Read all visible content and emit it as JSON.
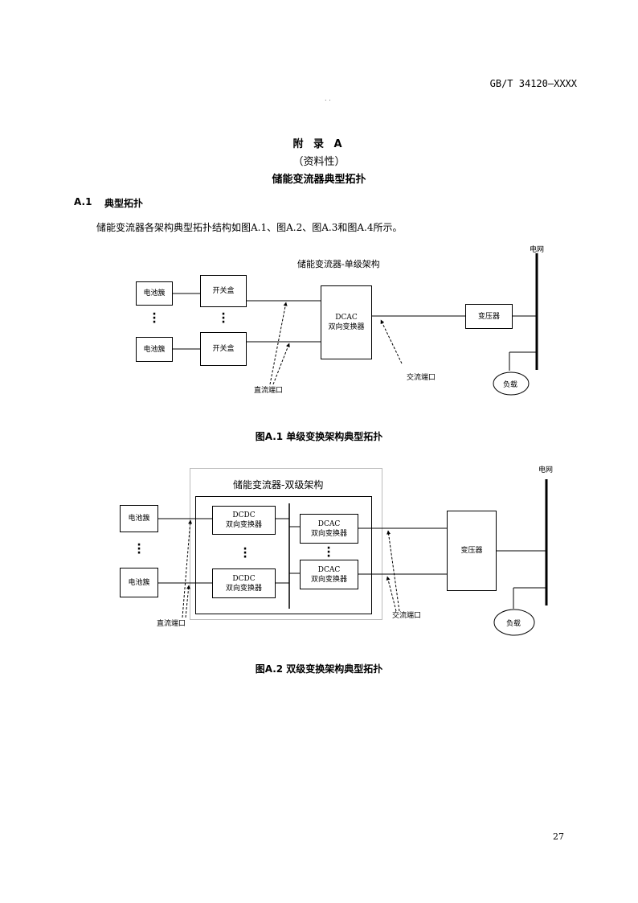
{
  "header": {
    "std_number": "GB/T 34120—XXXX",
    "top_mark": ". ."
  },
  "appendix": {
    "title": "附 录 A",
    "subtitle": "（资料性）",
    "heading": "储能变流器典型拓扑"
  },
  "section": {
    "number": "A.1",
    "title": "典型拓扑",
    "body": "储能变流器各架构典型拓扑结构如图A.1、图A.2、图A.3和图A.4所示。"
  },
  "fig1": {
    "frame_title": "储能变流器-单级架构",
    "grid_label": "电网",
    "battery1": "电池簇",
    "battery2": "电池簇",
    "switch1": "开关盒",
    "switch2": "开关盒",
    "converter_line1": "DCAC",
    "converter_line2": "双向变换器",
    "transformer": "变压器",
    "load": "负载",
    "dc_port": "直流端口",
    "ac_port": "交流端口",
    "caption": "图A.1 单级变换架构典型拓扑"
  },
  "fig2": {
    "frame_title": "储能变流器-双级架构",
    "grid_label": "电网",
    "battery1": "电池簇",
    "battery2": "电池簇",
    "dcdc1_line1": "DCDC",
    "dcdc1_line2": "双向变换器",
    "dcdc2_line1": "DCDC",
    "dcdc2_line2": "双向变换器",
    "dcac1_line1": "DCAC",
    "dcac1_line2": "双向变换器",
    "dcac2_line1": "DCAC",
    "dcac2_line2": "双向变换器",
    "transformer": "变压器",
    "load": "负载",
    "dc_port": "直流端口",
    "ac_port": "交流端口",
    "caption": "图A.2 双级变换架构典型拓扑"
  },
  "footer": {
    "page_number": "27"
  }
}
